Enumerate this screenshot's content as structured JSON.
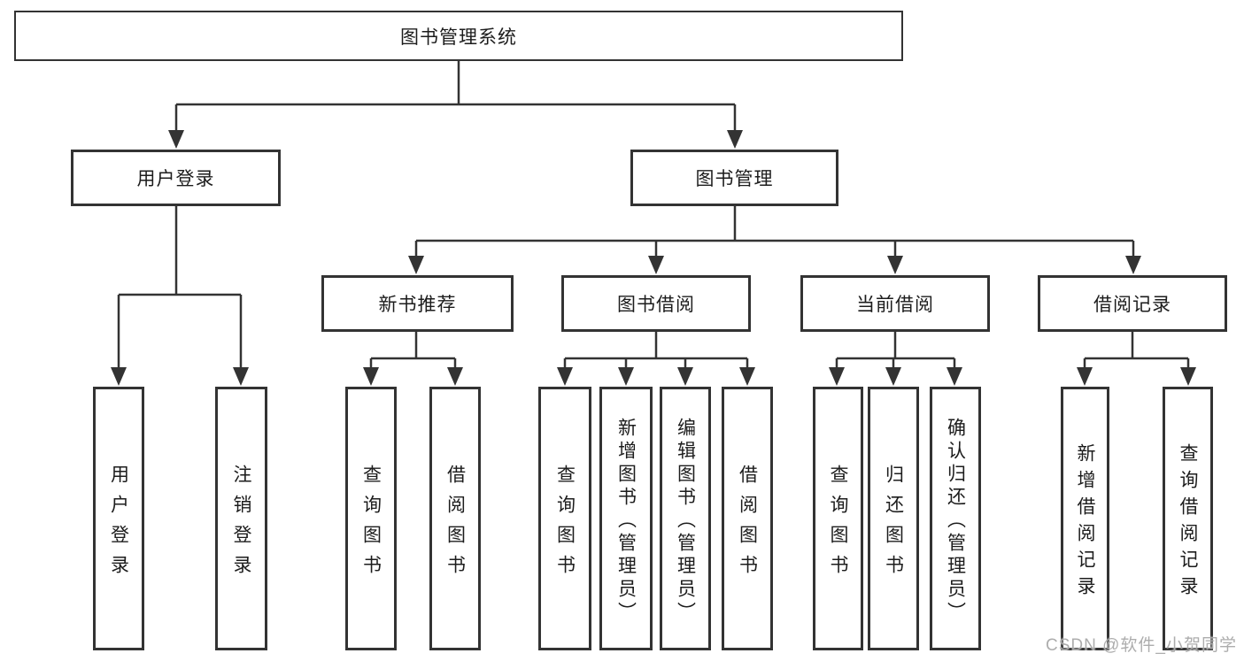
{
  "tree": {
    "root": "图书管理系统",
    "branches": [
      {
        "label": "用户登录",
        "children": [
          "用户登录",
          "注销登录"
        ]
      },
      {
        "label": "图书管理",
        "sub": [
          {
            "label": "新书推荐",
            "children": [
              "查询图书",
              "借阅图书"
            ]
          },
          {
            "label": "图书借阅",
            "children": [
              "查询图书",
              "新增图书（管理员）",
              "编辑图书（管理员）",
              "借阅图书"
            ]
          },
          {
            "label": "当前借阅",
            "children": [
              "查询图书",
              "归还图书",
              "确认归还（管理员）"
            ]
          },
          {
            "label": "借阅记录",
            "children": [
              "新增借阅记录",
              "查询借阅记录"
            ]
          }
        ]
      }
    ]
  },
  "watermark": {
    "text": "CSDN @软件_小贺同学"
  },
  "colors": {
    "line": "#333333",
    "text": "#1c1c1c",
    "watermark": "#a6a6a6",
    "background": "#ffffff"
  }
}
